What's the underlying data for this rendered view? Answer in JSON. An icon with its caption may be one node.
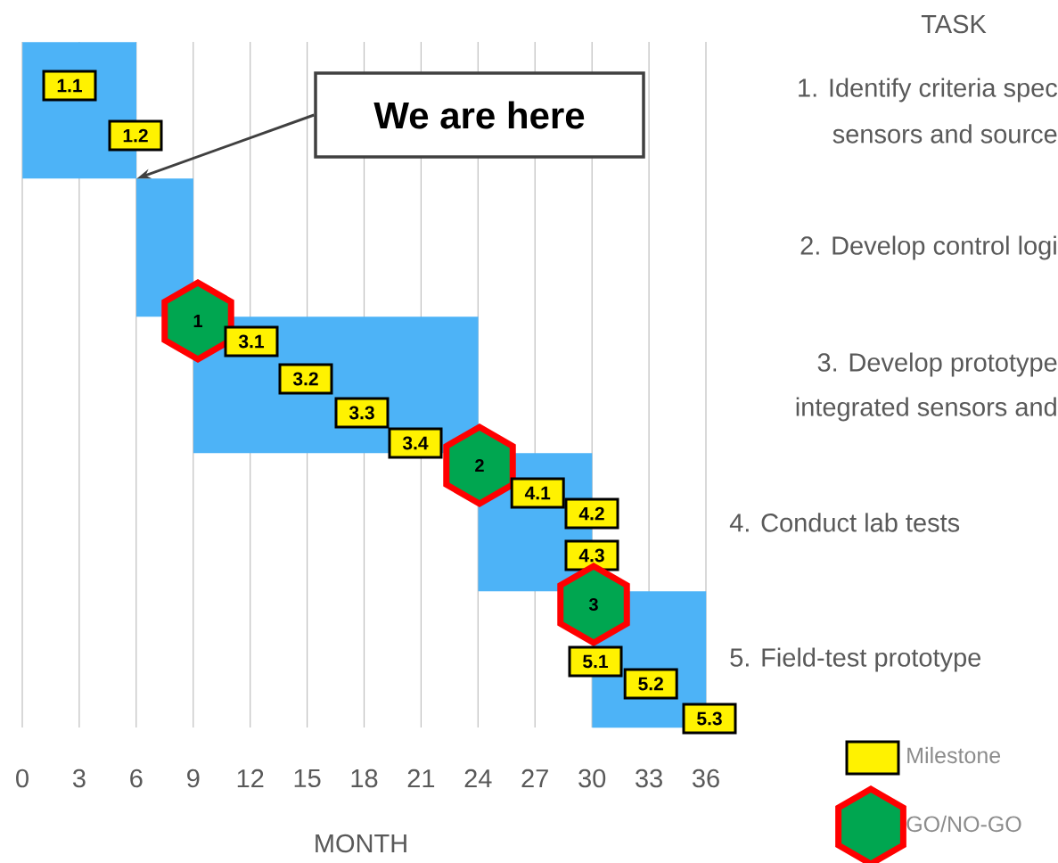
{
  "diagram": {
    "nodes": [
      {
        "text": [],
        "shape": "bar"
      },
      {
        "text": [],
        "shape": "bar"
      },
      {
        "text": [],
        "shape": "bar"
      },
      {
        "text": [],
        "shape": "bar"
      },
      {
        "text": [],
        "shape": "bar"
      },
      {
        "text": [
          "1.1"
        ],
        "in": 0
      },
      {
        "text": [
          "1.2"
        ]
      },
      {
        "text": [
          "We are here"
        ]
      },
      {
        "text": [
          "1"
        ]
      },
      {
        "text": [
          "3.1"
        ],
        "in": 2
      },
      {
        "text": [
          "3.2"
        ],
        "in": 2
      },
      {
        "text": [
          "3.3"
        ],
        "in": 2
      },
      {
        "text": [
          "3.4"
        ]
      },
      {
        "text": [
          "2"
        ]
      },
      {
        "text": [
          "4.1"
        ],
        "in": 3
      },
      {
        "text": [
          "4.2"
        ]
      },
      {
        "text": [
          "4.3"
        ]
      },
      {
        "text": [
          "3"
        ]
      },
      {
        "text": [
          "5.1"
        ]
      },
      {
        "text": [
          "5.2"
        ],
        "in": 4
      },
      {
        "text": [
          "5.3"
        ]
      }
    ],
    "edges": [
      {
        "from": 7,
        "to": 0,
        "arrow": "to"
      }
    ],
    "labels": [
      "TASK",
      "1. Identify criteria spec",
      "sensors and source",
      "2. Develop control logi",
      "3. Develop prototype",
      "integrated sensors and",
      "4. Conduct lab tests",
      "5. Field-test prototype",
      "0",
      "3",
      "6",
      "9",
      "12",
      "15",
      "18",
      "21",
      "24",
      "27",
      "30",
      "33",
      "36",
      "MONTH"
    ],
    "legend": [
      {
        "text": "Milestone"
      },
      {
        "text": "GO/NO-GO"
      }
    ]
  }
}
